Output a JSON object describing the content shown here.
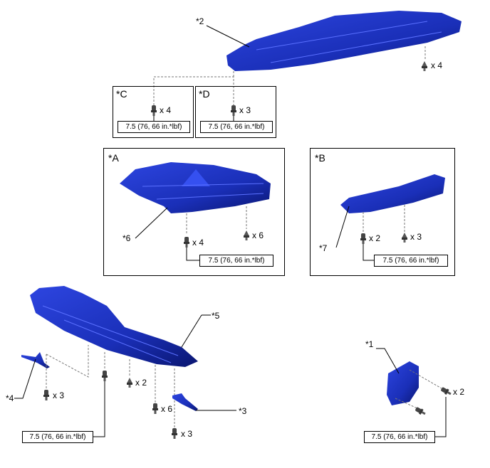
{
  "torque": "7.5 (76, 66 in.*lbf)",
  "callouts": {
    "p1": "*1",
    "p2": "*2",
    "p3": "*3",
    "p4": "*4",
    "p5": "*5",
    "p6": "*6",
    "p7": "*7"
  },
  "views": {
    "A": "*A",
    "B": "*B",
    "C": "*C",
    "D": "*D"
  },
  "quantities": {
    "p2_clips": "x 4",
    "C_bolts": "x 4",
    "D_bolts": "x 3",
    "A_bolts": "x 4",
    "A_clips": "x 6",
    "B_bolts": "x 2",
    "B_clips": "x 3",
    "p4_bolts": "x 3",
    "p5_clips": "x 2",
    "p5_bolts": "x 6",
    "p3_bolts": "x 3",
    "p1_bolts": "x 2"
  },
  "colors": {
    "part": "#1a2fb8",
    "part_dark": "#0a1670",
    "fastener": "#555555"
  }
}
